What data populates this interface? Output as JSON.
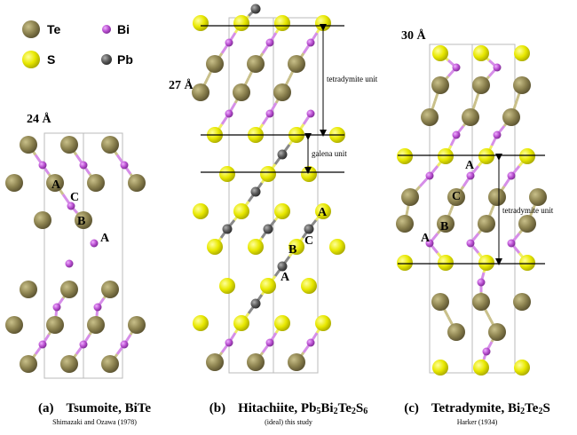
{
  "legend": {
    "te": "Te",
    "bi": "Bi",
    "s": "S",
    "pb": "Pb"
  },
  "colors": {
    "te": "#8d8350",
    "bi": "#b84ed0",
    "s": "#e8e800",
    "pb": "#5a5a5a",
    "cell": "#bbbbbb",
    "line": "#000000"
  },
  "panels": {
    "a": {
      "dimension": "24 Å",
      "letter": "(a)",
      "name": "Tsumoite, BiTe",
      "citation": "Shimazaki and Ozawa (1978)",
      "site_labels": [
        "A",
        "C",
        "B",
        "A"
      ]
    },
    "b": {
      "dimension": "27 Å",
      "letter": "(b)",
      "name_prefix": "Hitachiite, Pb",
      "f1": "5",
      "f2": "Bi",
      "f3": "2",
      "f4": "Te",
      "f5": "2",
      "f6": "S",
      "f7": "6",
      "citation": "(ideal) this study",
      "tetradymite_unit": "tetradymite unit",
      "galena_unit": "galena unit",
      "site_labels": [
        "A",
        "C",
        "B",
        "A"
      ]
    },
    "c": {
      "dimension": "30 Å",
      "letter": "(c)",
      "name_prefix": "Tetradymite, Bi",
      "f1": "2",
      "f2": "Te",
      "f3": "2",
      "f4": "S",
      "citation": "Harker (1934)",
      "tetradymite_unit": "tetradymite unit",
      "site_labels": [
        "A",
        "C",
        "A",
        "B"
      ]
    }
  }
}
